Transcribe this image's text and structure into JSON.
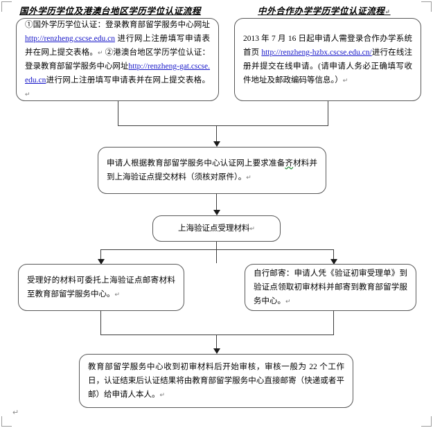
{
  "document": {
    "titles": {
      "left": "国外学历学位及港澳台地区学历学位认证流程",
      "right": "中外合作办学学历学位认证流程",
      "right_mark": "↵"
    },
    "paragraph_mark": "↵"
  },
  "nodes": {
    "overseas": {
      "id": "overseas-degree-box",
      "line1_prefix": "①国外学历学位认证：登录教育部留学服务中心网址 ",
      "link1": "http://renzheng.cscse.edu.cn",
      "line1_suffix": " 进行网上注册填写申请表并在网上提交表格。",
      "line2_prefix": "②港澳台地区学历学位认证：登录教育部留学服务中心网址",
      "link2": "http://renzheng-gat.cscse.edu.cn",
      "line2_suffix": "进行网上注册填写申请表并在网上提交表格。",
      "end_mark": "↵"
    },
    "joint": {
      "id": "joint-program-box",
      "prefix": "2013 年 7 月 16 日起申请人需登录合作办学系统首页 ",
      "link": "http://renzheng-hzbx.cscse.edu.cn/",
      "suffix": "进行在线注册并提交在线申请。(请申请人务必正确填写收件地址及邮政编码等信息。）",
      "end_mark": "↵"
    },
    "prepare": {
      "id": "prepare-materials-box",
      "text_a": "申请人根据教育部留学服务中心认证网上要求准备",
      "text_squiggle": "齐",
      "text_b": "材料并到上海验证点提交材料（须核对原件）。",
      "end_mark": "↵"
    },
    "accept": {
      "id": "shanghai-accept-box",
      "text": "上海验证点受理材料",
      "end_mark": "↵"
    },
    "entrust": {
      "id": "entrust-mail-box",
      "text": "受理好的材料可委托上海验证点邮寄材料至教育部留学服务中心。",
      "end_mark": "↵"
    },
    "selfmail": {
      "id": "self-mail-box",
      "text": "自行邮寄：申请人凭《验证初审受理单》到验证点领取初审材料并邮寄到教育部留学服务中心。",
      "end_mark": "↵"
    },
    "review": {
      "id": "review-result-box",
      "text": "教育部留学服务中心收到初审材料后开始审核，审核一般为 22 个工作日，认证结束后认证结果将由教育部留学服务中心直接邮寄（快递或者平邮）给申请人本人。",
      "end_mark": "↵"
    }
  },
  "colors": {
    "link": "#1414c8",
    "border": "#575757",
    "connector": "#3b3b3b",
    "squiggle": "#1f8a34"
  }
}
